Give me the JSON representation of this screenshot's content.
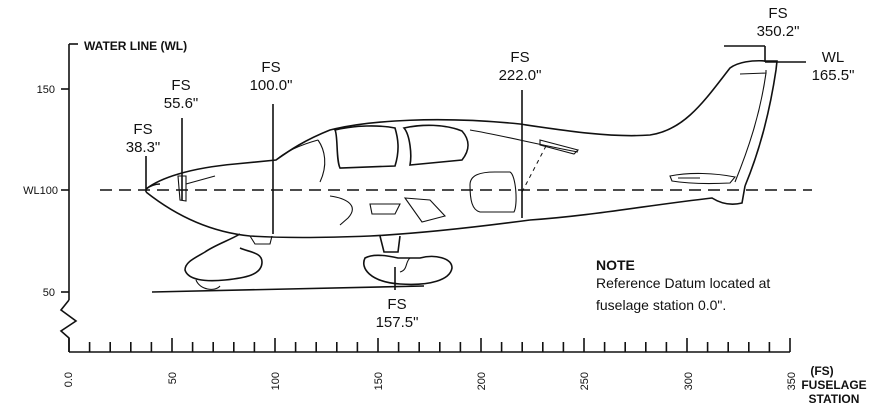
{
  "wl_axis": {
    "title": "WATER LINE (WL)",
    "ticks": [
      {
        "label": "150"
      },
      {
        "label": "WL100"
      },
      {
        "label": "50"
      }
    ]
  },
  "fs_axis": {
    "title_line1": "(FS)",
    "title_line2": "FUSELAGE",
    "title_line3": "STATION",
    "ticks": [
      "0.0",
      "50",
      "100",
      "150",
      "200",
      "250",
      "300",
      "350"
    ]
  },
  "stations": [
    {
      "id": "fs-38",
      "name": "FS",
      "value": "38.3\""
    },
    {
      "id": "fs-55",
      "name": "FS",
      "value": "55.6\""
    },
    {
      "id": "fs-100",
      "name": "FS",
      "value": "100.0\""
    },
    {
      "id": "fs-222",
      "name": "FS",
      "value": "222.0\""
    },
    {
      "id": "fs-350",
      "name": "FS",
      "value": "350.2\""
    },
    {
      "id": "fs-157",
      "name": "FS",
      "value": "157.5\""
    }
  ],
  "waterline_label": {
    "name": "WL",
    "value": "165.5\""
  },
  "note": {
    "title": "NOTE",
    "line1": "Reference Datum located at",
    "line2": "fuselage station 0.0\"."
  }
}
